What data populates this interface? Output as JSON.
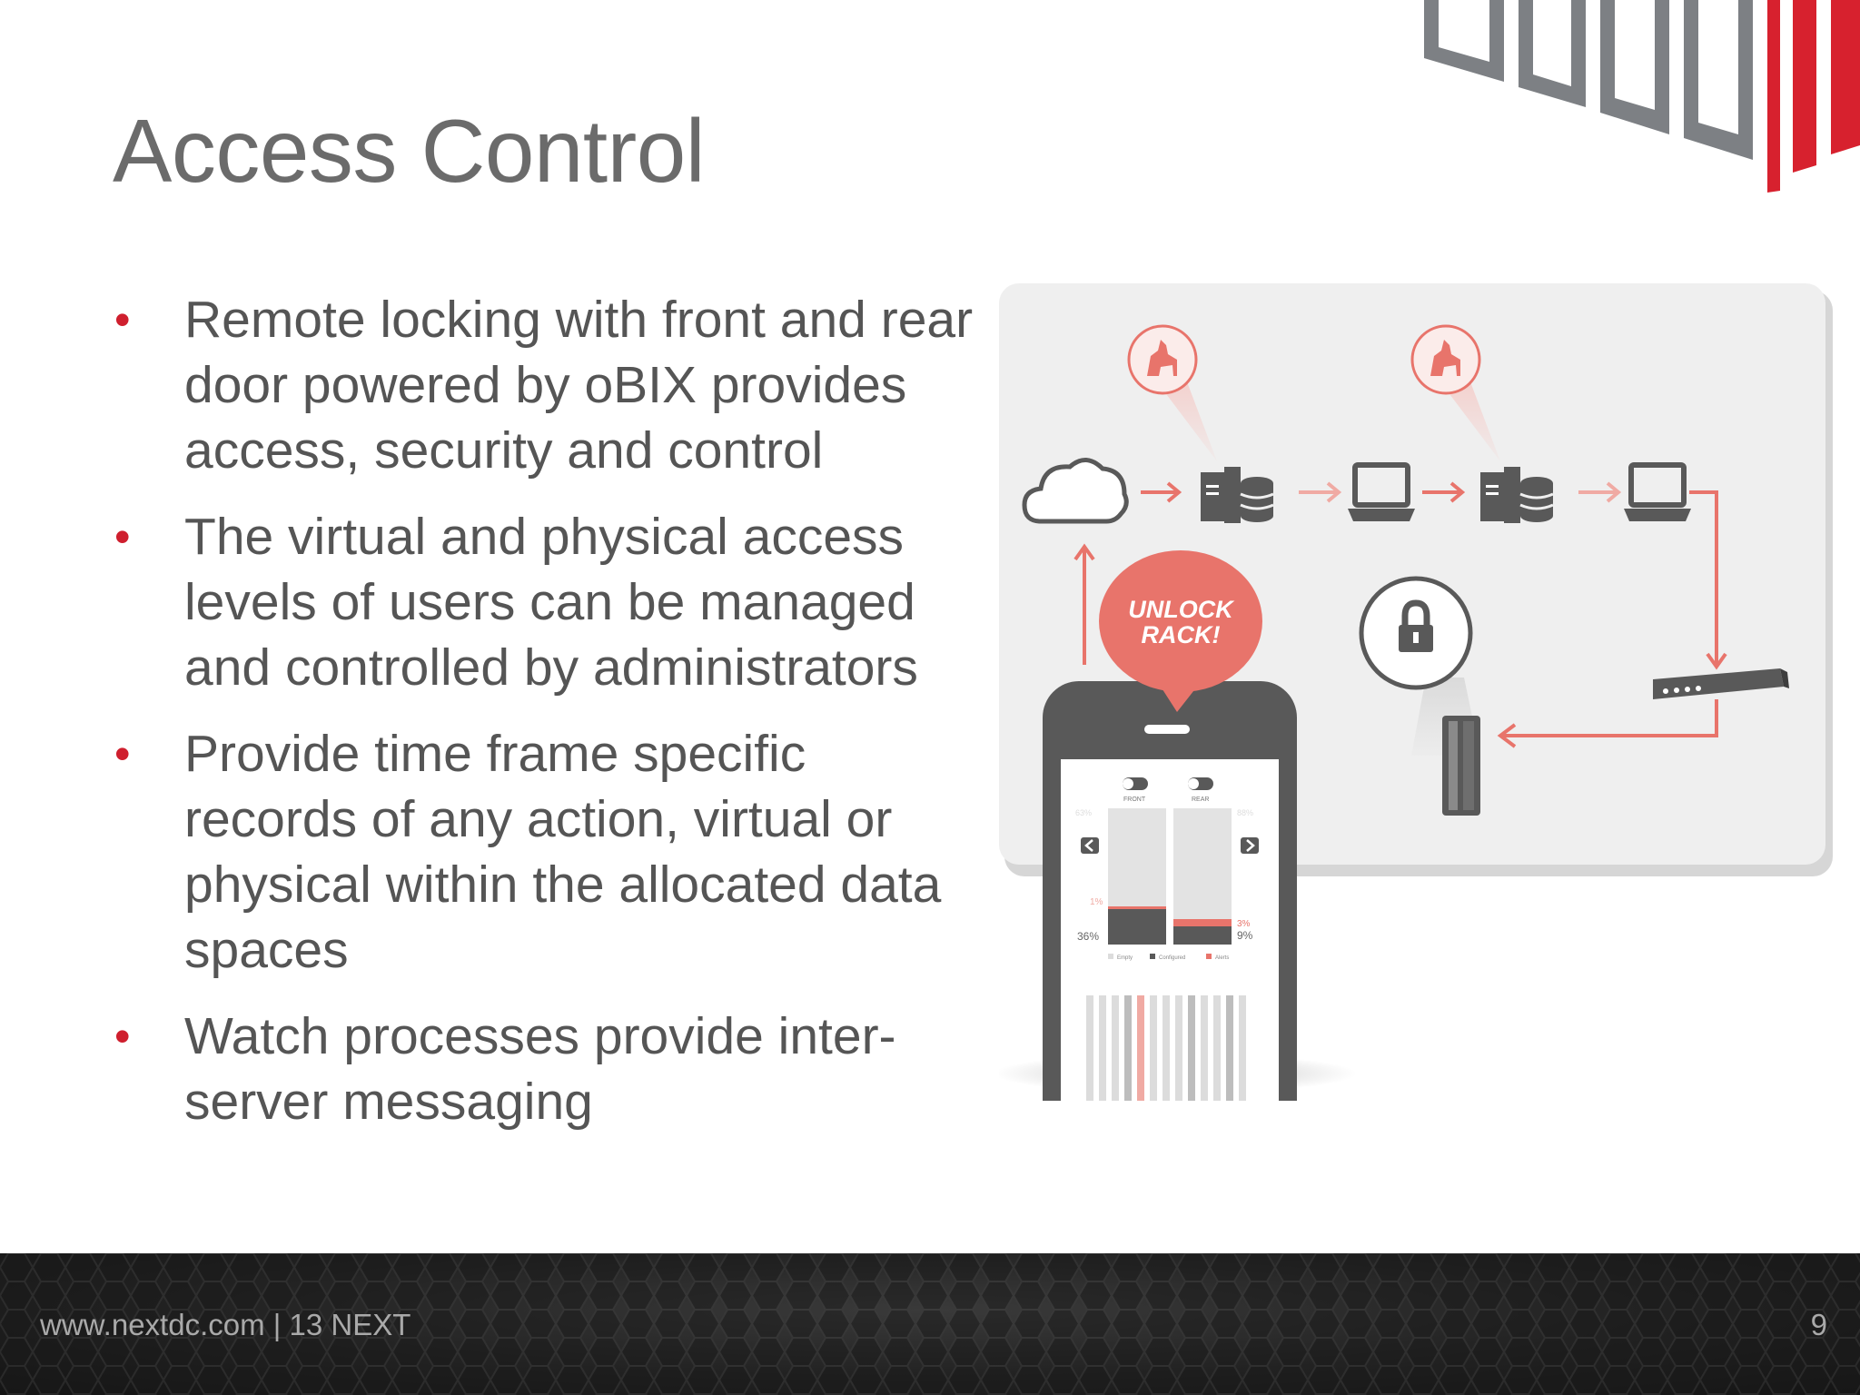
{
  "slide": {
    "title": "Access Control",
    "bullets": [
      "Remote locking with front and rear door powered by oBIX provides access, security and control",
      "The virtual and physical access levels of users can be managed and controlled by administrators",
      "Provide time frame specific records of any action, virtual or physical within the allocated data spaces",
      "Watch processes provide inter-server messaging"
    ],
    "bullet_glyph": "•"
  },
  "diagram": {
    "bubble_line1": "UNLOCK",
    "bubble_line2": "RACK!",
    "phone": {
      "label_front": "FRONT",
      "label_rear": "REAR",
      "front_top_pct": "63%",
      "rear_top_pct": "88%",
      "front_alert_pct": "1%",
      "front_bottom_pct": "36%",
      "rear_alert_pct": "3%",
      "rear_bottom_pct": "9%",
      "legend_empty": "Empty",
      "legend_configured": "Configured",
      "legend_alerts": "Alerts"
    },
    "icons": [
      "cloud-icon",
      "server-icon",
      "laptop-icon",
      "server-icon",
      "laptop-icon",
      "watchdog-icon",
      "lock-icon",
      "router-icon",
      "rack-door-icon"
    ]
  },
  "footer": {
    "text": "www.nextdc.com | 13 NEXT",
    "page_number": "9"
  },
  "colors": {
    "brand_red": "#cf1f2e",
    "accent_salmon": "#e8746b",
    "title_gray": "#6b6b6b",
    "icon_gray": "#595959"
  }
}
